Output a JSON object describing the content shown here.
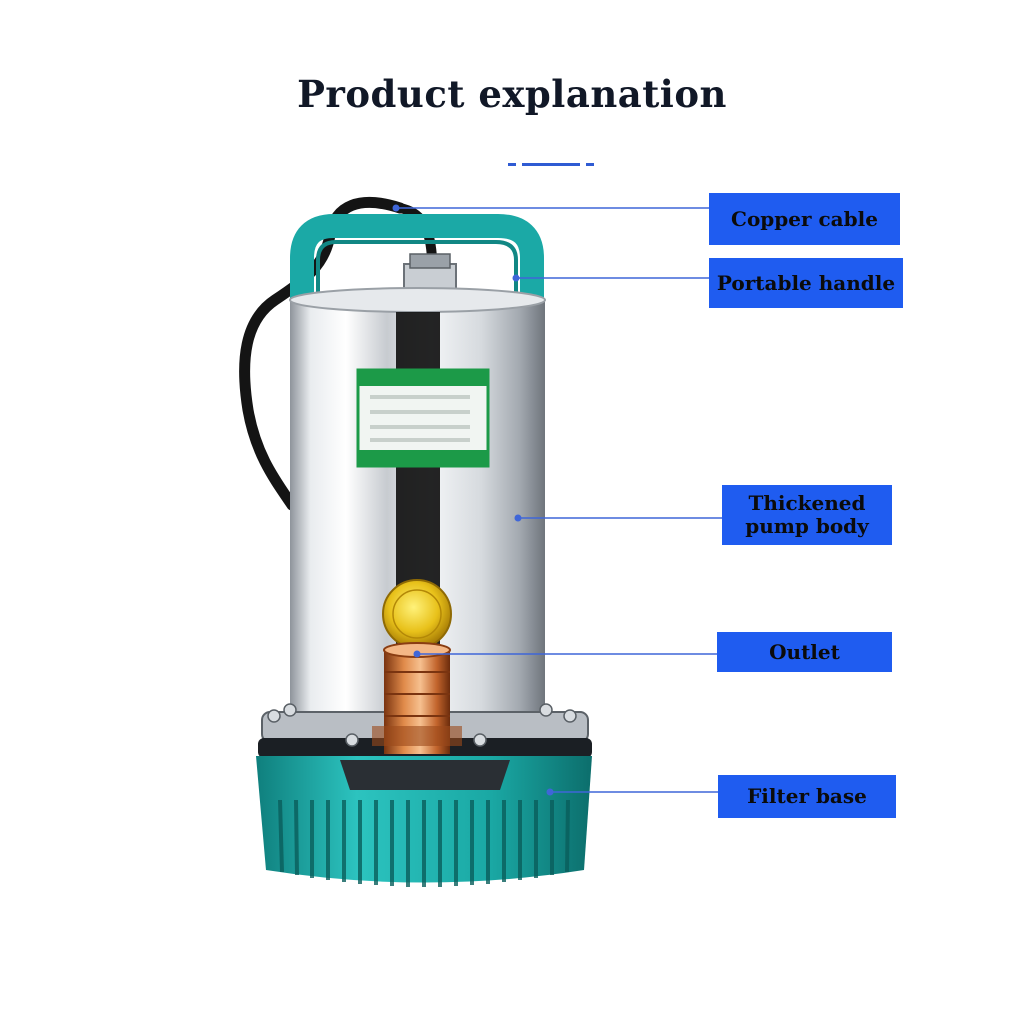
{
  "title": "Product explanation",
  "colors": {
    "label_bg": "#1f5cf0",
    "leader_line": "#3f66d8",
    "pump_teal": "#1ba9a6",
    "steel": "#d7dbe0"
  },
  "labels": [
    {
      "id": "copper-cable",
      "text": "Copper cable"
    },
    {
      "id": "portable-handle",
      "text": "Portable handle"
    },
    {
      "id": "thickened-pump-body",
      "text": "Thickened pump body"
    },
    {
      "id": "outlet",
      "text": "Outlet"
    },
    {
      "id": "filter-base",
      "text": "Filter base"
    }
  ]
}
